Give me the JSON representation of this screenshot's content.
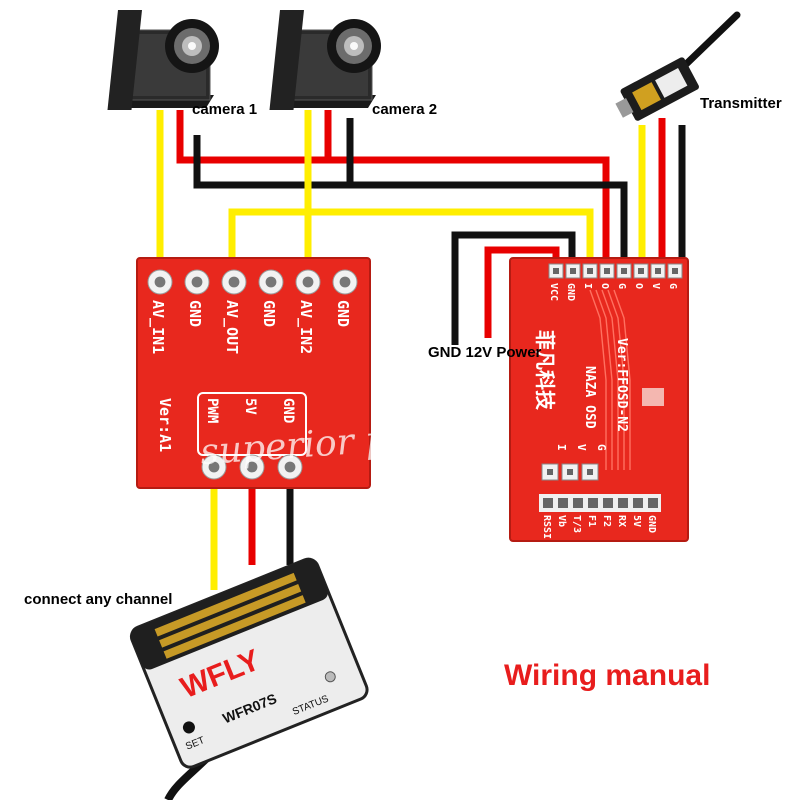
{
  "labels": {
    "camera1": "camera 1",
    "camera2": "camera  2",
    "transmitter": "Transmitter",
    "power": "GND 12V Power",
    "channel": "connect any channel",
    "title": "Wiring manual"
  },
  "switcher": {
    "pins": [
      "AV_IN1",
      "GND",
      "AV_OUT",
      "GND",
      "AV_IN2",
      "GND"
    ],
    "power_pins": [
      "GND",
      "5V",
      "PWM"
    ],
    "version": "Ver:A1"
  },
  "osd": {
    "top_pins": [
      "VCC",
      "GND",
      "I",
      "O",
      "G",
      "O",
      "V",
      "G"
    ],
    "name": "NAZA OSD",
    "version": "Ver:FFOSD-N2",
    "chinese": "菲凡科技",
    "mid_pins": [
      "I",
      "V",
      "G"
    ],
    "bottom_pins": [
      "RSSI",
      "Vb",
      "T/3",
      "F1",
      "F2",
      "RX",
      "5V",
      "GND"
    ]
  },
  "receiver": {
    "brand": "WFLY",
    "model": "WFR07S",
    "status": "STATUS",
    "set": "SET"
  },
  "watermark": "superior parts",
  "colors": {
    "pcb_red": "#e8281e",
    "wire_yellow": "#ffee00",
    "wire_red": "#e80000",
    "wire_black": "#111111",
    "title_red": "#e81d1d"
  }
}
